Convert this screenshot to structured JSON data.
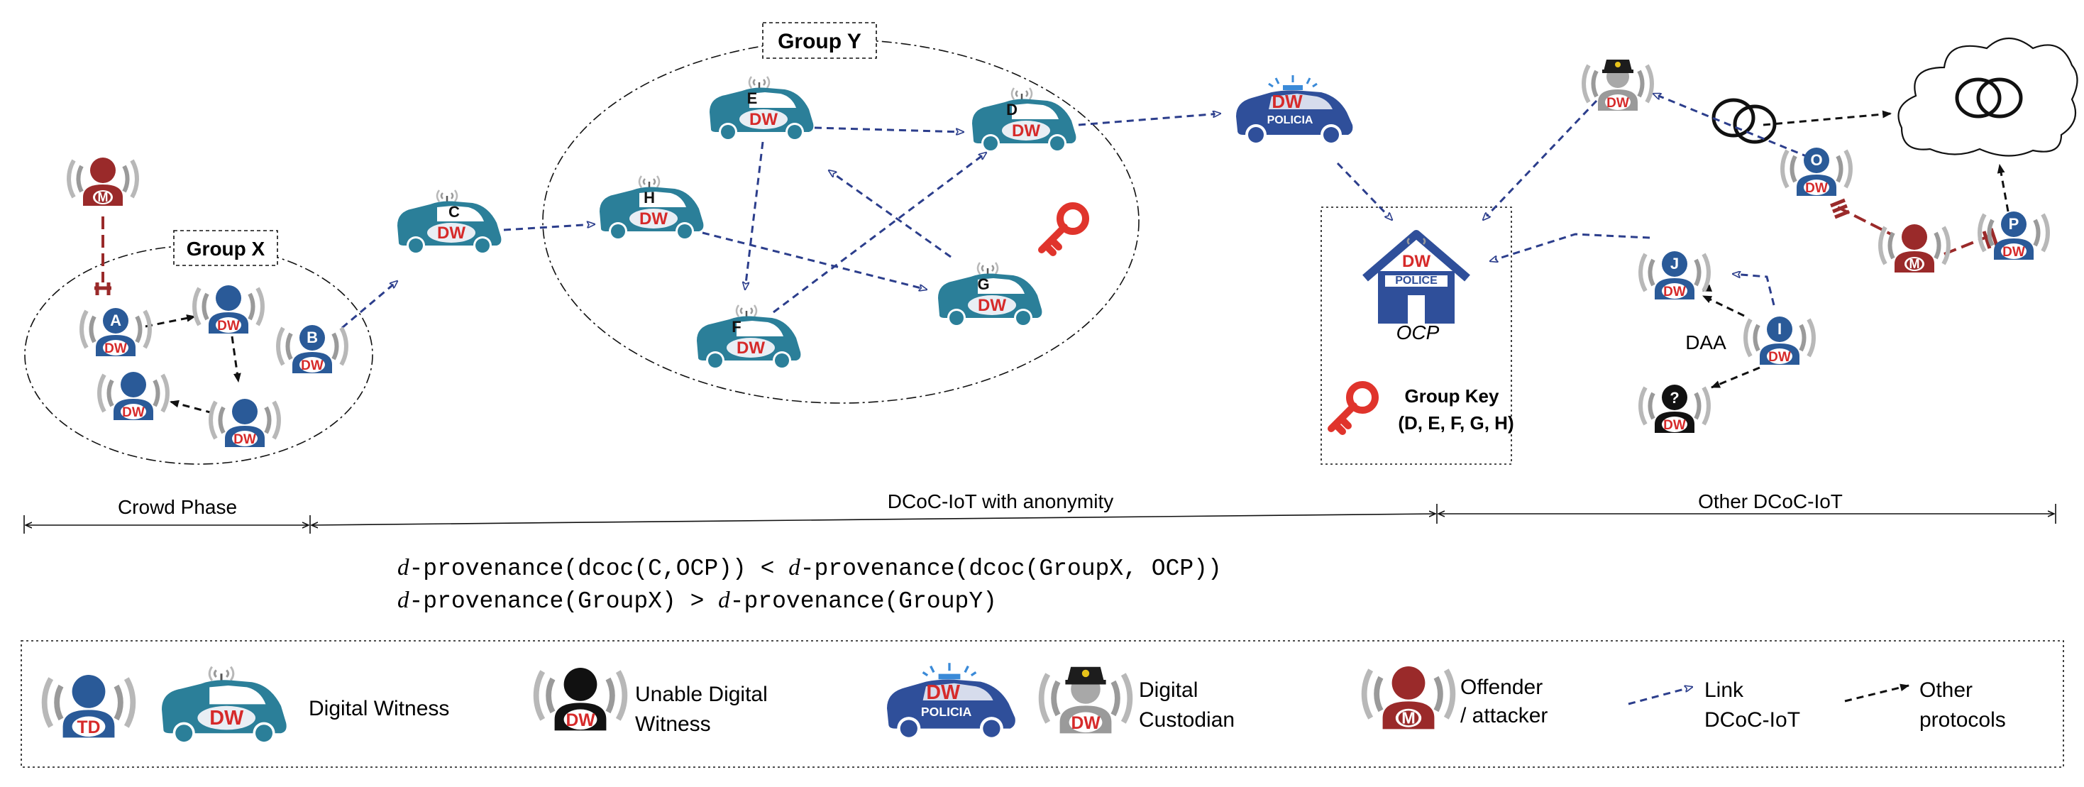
{
  "groups": {
    "x": "Group X",
    "y": "Group Y"
  },
  "nodes": {
    "m": "M",
    "a": "A",
    "b": "B",
    "c": "C",
    "d": "D",
    "e": "E",
    "f": "F",
    "g": "G",
    "h": "H",
    "i": "I",
    "j": "J",
    "o": "O",
    "p": "P",
    "unknown": "?"
  },
  "badges": {
    "dw": "DW",
    "td": "TD",
    "policia": "POLICIA",
    "police": "POLICE"
  },
  "ocp": {
    "label": "OCP",
    "key_title": "Group Key",
    "key_members": "(D, E, F, G, H)"
  },
  "daa_label": "DAA",
  "phases": [
    {
      "label": "Crowd Phase"
    },
    {
      "label": "DCoC-IoT with anonymity"
    },
    {
      "label": "Other DCoC-IoT"
    }
  ],
  "formulas": {
    "line1": {
      "d1": "d",
      "p1": "-provenance(dcoc(C,OCP)) < ",
      "d2": "d",
      "p2": "-provenance(dcoc(GroupX, OCP))"
    },
    "line2": {
      "d1": "d",
      "p1": "-provenance(GroupX) > ",
      "d2": "d",
      "p2": "-provenance(GroupY)"
    }
  },
  "legend": {
    "digital_witness": "Digital Witness",
    "unable_1": "Unable Digital",
    "unable_2": "Witness",
    "custodian_1": "Digital",
    "custodian_2": "Custodian",
    "offender_1": "Offender",
    "offender_2": "/ attacker",
    "link_1": "Link",
    "link_2": "DCoC-IoT",
    "other_1": "Other",
    "other_2": "protocols"
  },
  "colors": {
    "person_blue": "#2a5a98",
    "car_teal": "#2b7f99",
    "offender_red": "#9a2a2a",
    "link_blue": "#2c3e8c",
    "key_red": "#e0342c",
    "dw_red": "#d62a2a",
    "dw_blue": "#2f4a9a"
  }
}
